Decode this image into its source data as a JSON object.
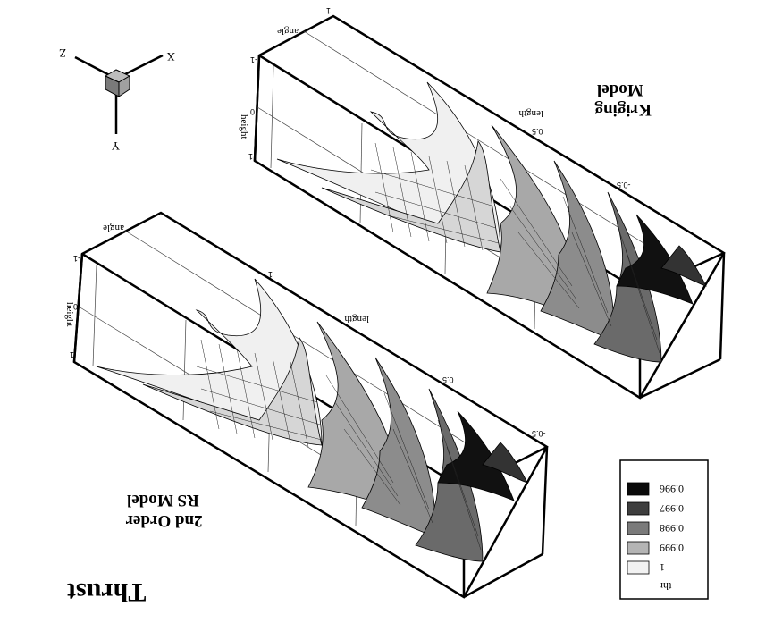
{
  "title": "Thrust",
  "models": {
    "rs": {
      "line1": "2nd Order",
      "line2": "RS Model"
    },
    "kriging": {
      "line1": "Kriging",
      "line2": "Model"
    }
  },
  "axes": {
    "angle": "angle",
    "length": "length",
    "height": "height"
  },
  "ticks": {
    "rs": {
      "angle_top": "-1",
      "height_mid": "0",
      "height_bot": "1",
      "len_a": "-0.5",
      "len_b": "0.5",
      "len_c": "1"
    },
    "kr": {
      "angle_top": "-1",
      "height_mid": "0",
      "height_bot": "1",
      "len_a": "-0.5",
      "len_b": "0.5",
      "len_c": "1"
    }
  },
  "triad": {
    "x": "X",
    "y": "Y",
    "z": "Z"
  },
  "legend": {
    "title": "thr",
    "levels": [
      {
        "label": "1",
        "color": "#f2f2f2"
      },
      {
        "label": "0.999",
        "color": "#b4b4b4"
      },
      {
        "label": "0.998",
        "color": "#7a7a7a"
      },
      {
        "label": "0.997",
        "color": "#3e3e3e"
      },
      {
        "label": "0.996",
        "color": "#0a0a0a"
      }
    ]
  }
}
